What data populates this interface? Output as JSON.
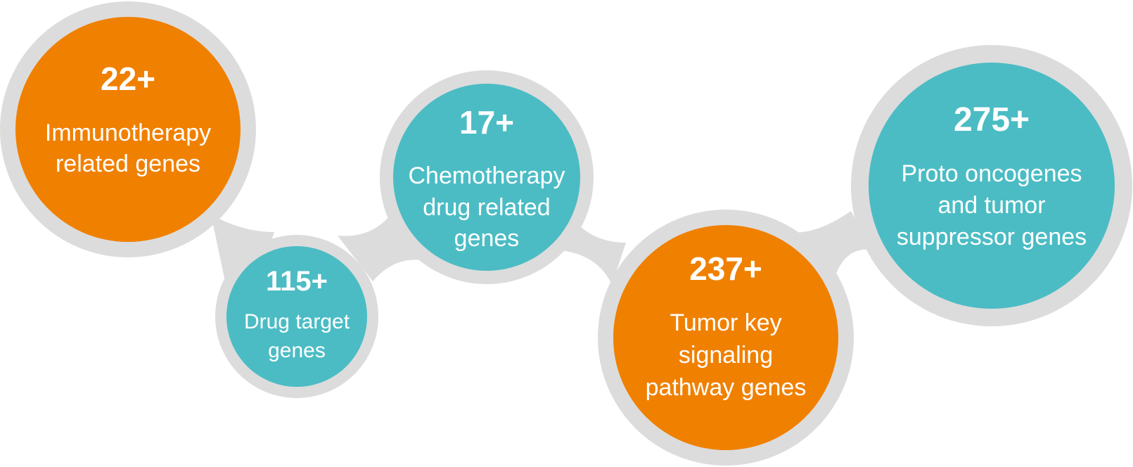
{
  "colors": {
    "orange": "#f08000",
    "teal": "#4bbcc4",
    "connector_gray": "#dcdcdc",
    "text": "#ffffff"
  },
  "nodes": [
    {
      "count": "22+",
      "lines": [
        "Immunotherapy",
        "related genes"
      ],
      "color": "orange"
    },
    {
      "count": "115+",
      "lines": [
        "Drug target",
        "genes"
      ],
      "color": "teal"
    },
    {
      "count": "17+",
      "lines": [
        "Chemotherapy",
        "drug related",
        "genes"
      ],
      "color": "teal"
    },
    {
      "count": "237+",
      "lines": [
        "Tumor key",
        "signaling",
        "pathway genes"
      ],
      "color": "orange"
    },
    {
      "count": "275+",
      "lines": [
        "Proto oncogenes",
        "and tumor",
        "suppressor genes"
      ],
      "color": "teal"
    }
  ]
}
